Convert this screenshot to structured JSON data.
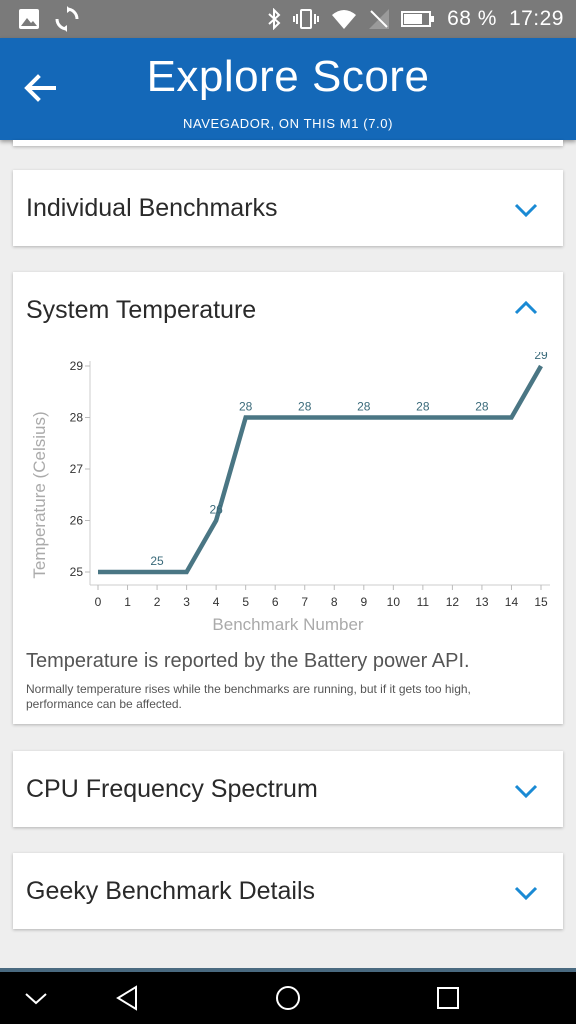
{
  "status_bar": {
    "battery_percent": "68 %",
    "time": "17:29",
    "icons": [
      "image-icon",
      "sync-icon",
      "bluetooth-icon",
      "vibrate-icon",
      "wifi-icon",
      "no-signal-icon",
      "battery-icon"
    ]
  },
  "app_bar": {
    "title": "Explore Score",
    "subtitle": "NAVEGADOR, ON THIS M1 (7.0)"
  },
  "sections": {
    "individual": {
      "title": "Individual Benchmarks"
    },
    "temperature": {
      "title": "System Temperature",
      "caption": "Temperature is reported by the Battery power API.",
      "note": "Normally temperature rises while the benchmarks are running, but if it gets too high, performance can be affected."
    },
    "cpu": {
      "title": "CPU Frequency Spectrum"
    },
    "geeky": {
      "title": "Geeky Benchmark Details"
    }
  },
  "colors": {
    "app_bar": "#1468b8",
    "accent": "#1a8ad4",
    "line": "#4a7684",
    "label": "#3a6a7a"
  },
  "chart_data": {
    "type": "line",
    "xlabel": "Benchmark Number",
    "ylabel": "Temperature (Celsius)",
    "x": [
      0,
      3,
      4,
      5,
      14,
      15
    ],
    "values": [
      25,
      25,
      26,
      28,
      28,
      29
    ],
    "xticks": [
      "0",
      "1",
      "2",
      "3",
      "4",
      "5",
      "6",
      "7",
      "8",
      "9",
      "10",
      "11",
      "12",
      "13",
      "14",
      "15"
    ],
    "yticks": [
      "25",
      "26",
      "27",
      "28",
      "29"
    ],
    "xlim": [
      0,
      15
    ],
    "ylim": [
      25,
      29
    ],
    "data_labels": [
      {
        "x": 2,
        "y": 25,
        "text": "25"
      },
      {
        "x": 4,
        "y": 26,
        "text": "26"
      },
      {
        "x": 5,
        "y": 28,
        "text": "28"
      },
      {
        "x": 7,
        "y": 28,
        "text": "28"
      },
      {
        "x": 9,
        "y": 28,
        "text": "28"
      },
      {
        "x": 11,
        "y": 28,
        "text": "28"
      },
      {
        "x": 13,
        "y": 28,
        "text": "28"
      },
      {
        "x": 15,
        "y": 29,
        "text": "29"
      }
    ],
    "grid": false,
    "legend": "none"
  }
}
